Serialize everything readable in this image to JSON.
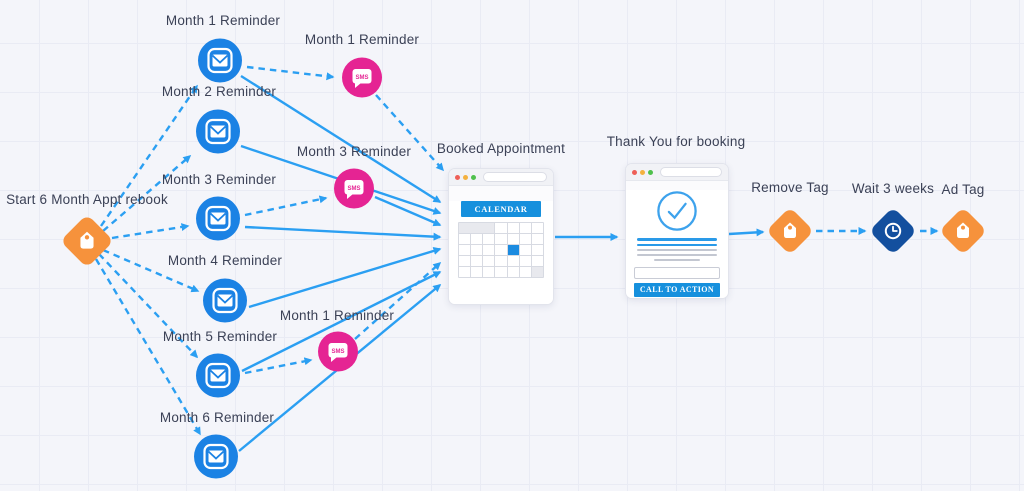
{
  "colors": {
    "background": "#f4f5fa",
    "grid_line": "#e9ebf4",
    "arrow_blue": "#2b9ff2",
    "email_blue": "#1b82e4",
    "sms_pink": "#e52493",
    "tag_orange": "#f6923c",
    "wait_navy": "#134f9e",
    "label_text": "#3b4156",
    "banner_blue": "#1690dd"
  },
  "nodes": {
    "start": {
      "label": "Start 6 Month Appt rebook",
      "icon": "tag-icon"
    },
    "email1": {
      "label": "Month 1 Reminder",
      "icon": "email-icon"
    },
    "sms1": {
      "label": "Month 1 Reminder",
      "icon": "sms-icon",
      "badge": "SMS"
    },
    "email2": {
      "label": "Month 2 Reminder",
      "icon": "email-icon"
    },
    "sms2": {
      "label": "Month 3 Reminder",
      "icon": "sms-icon",
      "badge": "SMS"
    },
    "email3": {
      "label": "Month 3 Reminder",
      "icon": "email-icon"
    },
    "email4": {
      "label": "Month 4 Reminder",
      "icon": "email-icon"
    },
    "sms3": {
      "label": "Month 1 Reminder",
      "icon": "sms-icon",
      "badge": "SMS"
    },
    "email5": {
      "label": "Month 5 Reminder",
      "icon": "email-icon"
    },
    "email6": {
      "label": "Month 6 Reminder",
      "icon": "email-icon"
    },
    "remove_tag": {
      "label": "Remove Tag",
      "icon": "tag-icon"
    },
    "wait": {
      "label": "Wait 3 weeks",
      "icon": "clock-icon"
    },
    "ad_tag": {
      "label": "Ad Tag",
      "icon": "tag-icon"
    }
  },
  "windows": {
    "calendar": {
      "label": "Booked Appointment",
      "banner": "CALENDAR"
    },
    "thankyou": {
      "label": "Thank You for booking",
      "cta": "CALL TO ACTION"
    }
  }
}
